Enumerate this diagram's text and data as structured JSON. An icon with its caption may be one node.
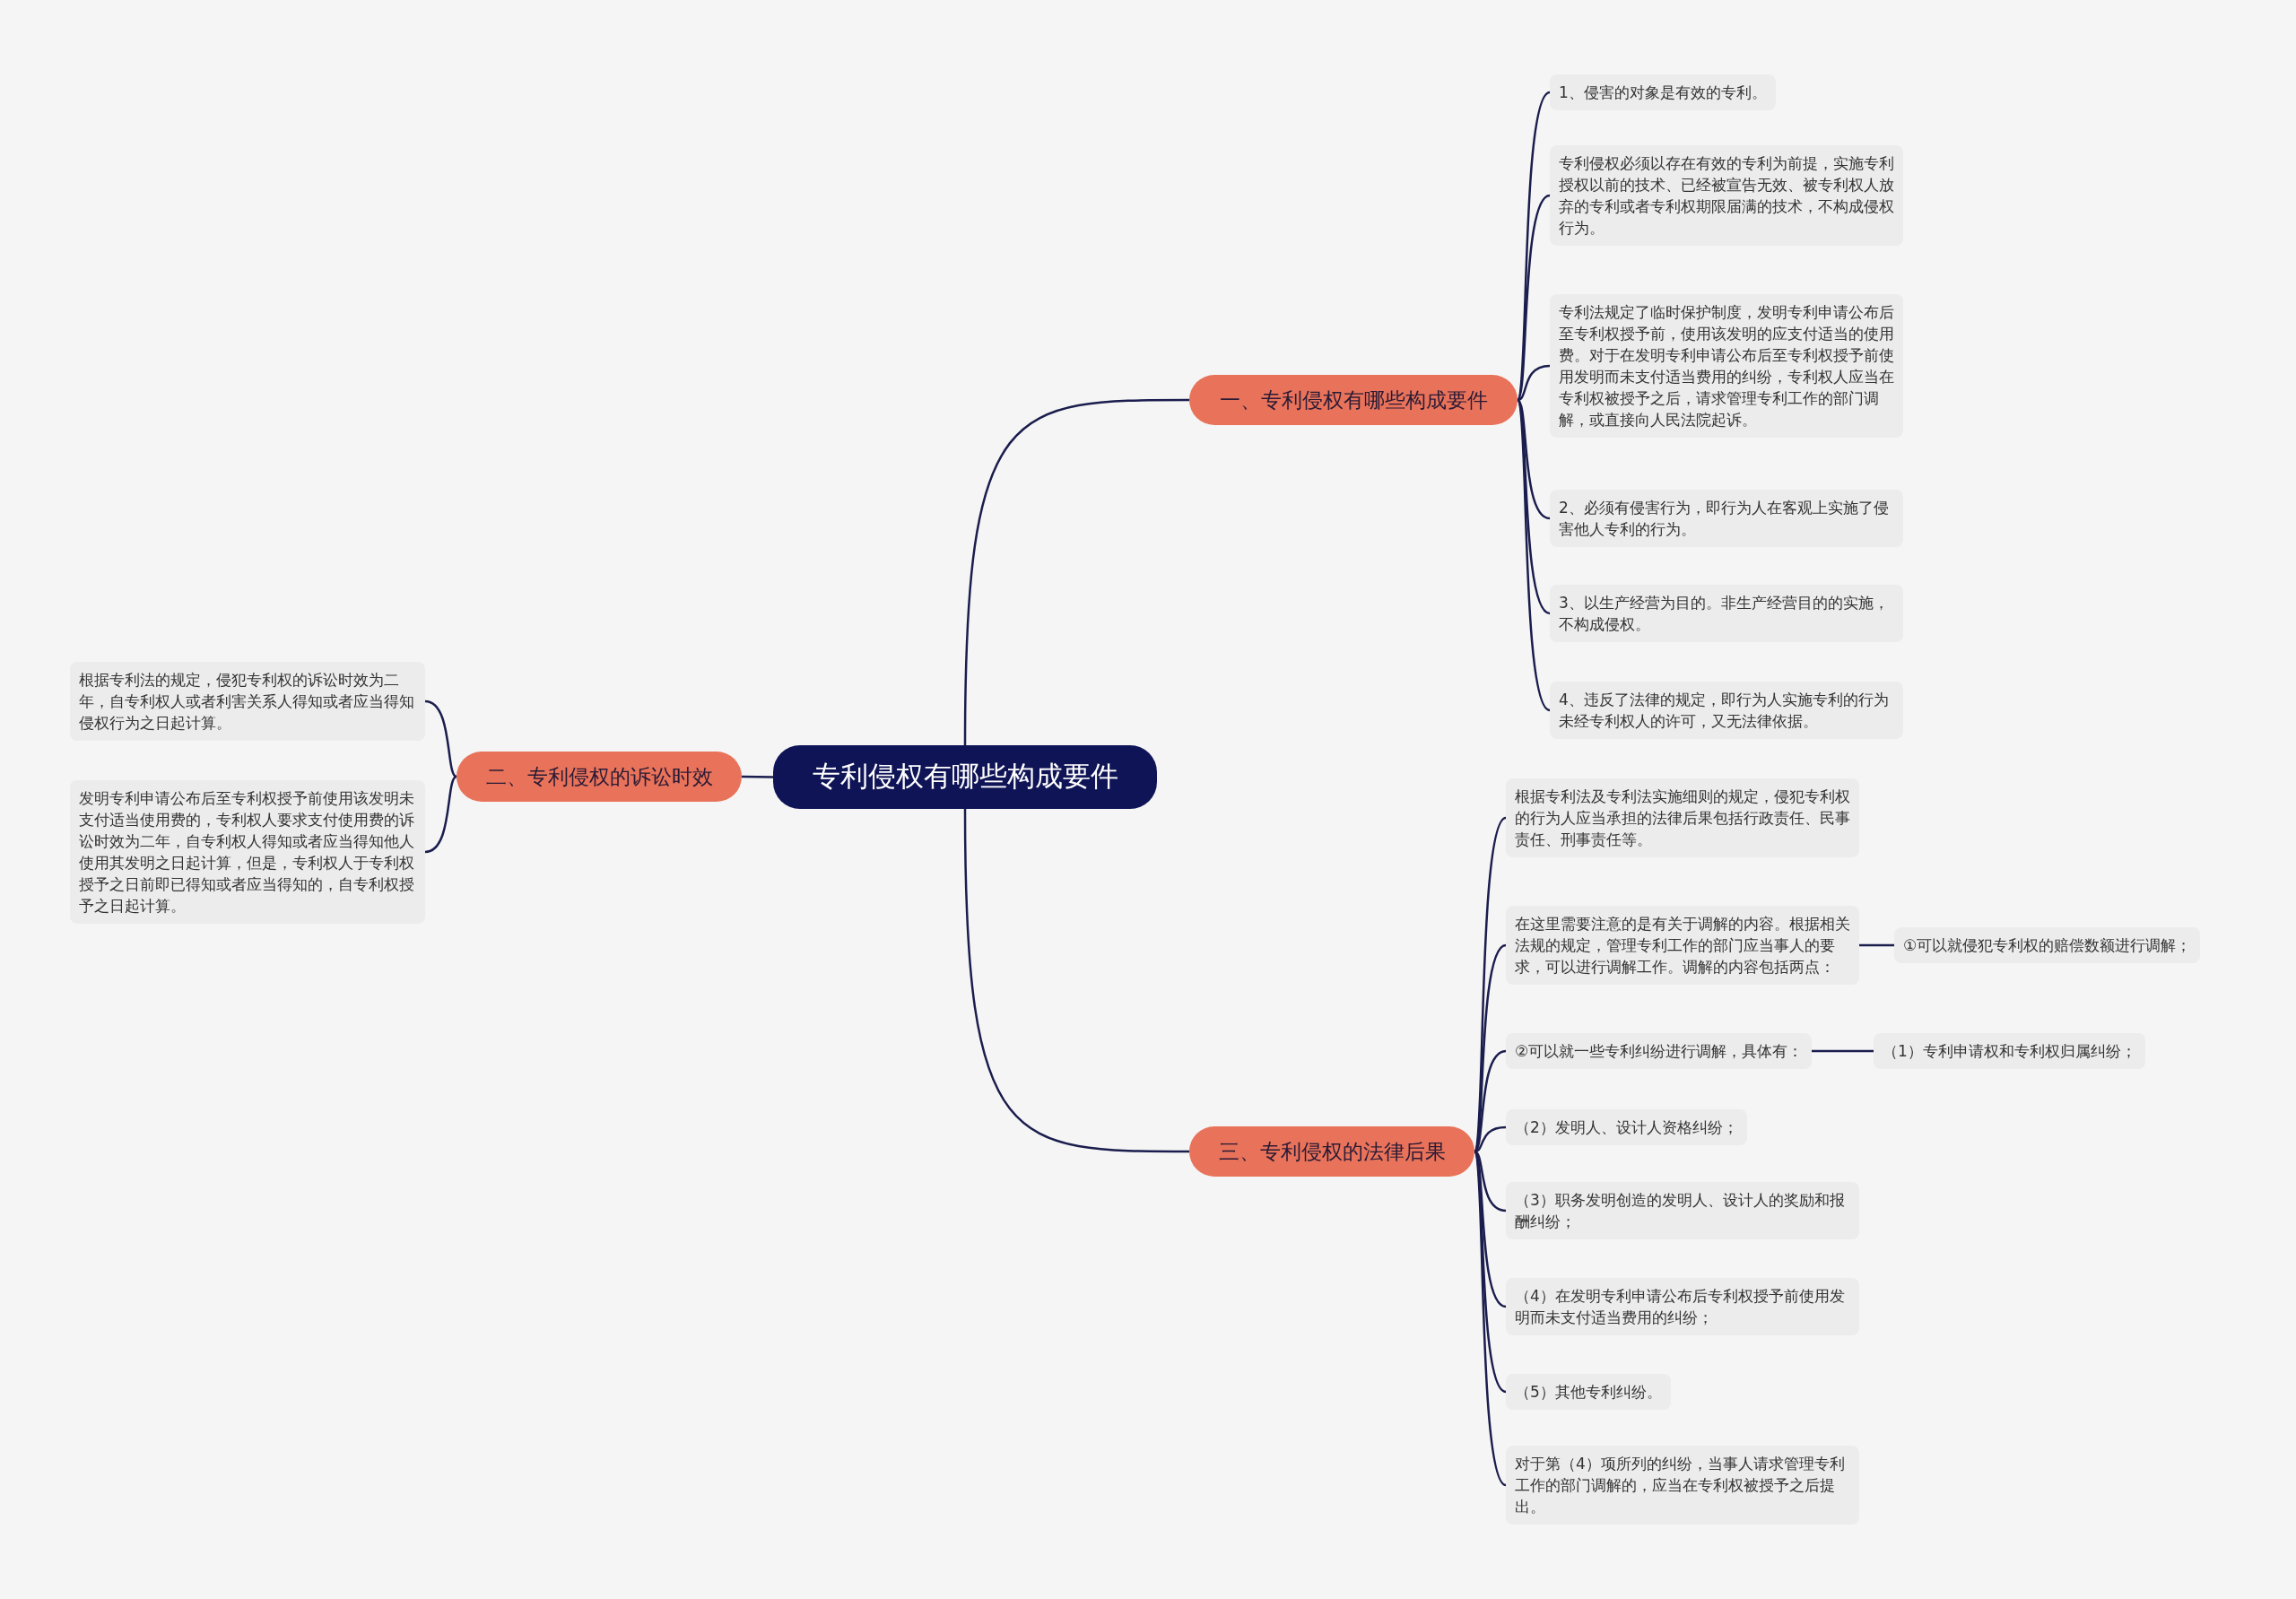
{
  "diagram": {
    "nodes": [
      {
        "text": [
          "专利侵权有哪些构成要件"
        ]
      },
      {
        "text": [
          "一、专利侵权有哪些构成要件"
        ]
      },
      {
        "text": [
          "1、侵害的对象是有效的专利。"
        ]
      },
      {
        "text": [
          "专利侵权必须以存在有效的专利为前提，实施专利授权以前的技术、已经被宣告无效、被专利权人放弃的专利或者专利权期限届满的技术，不构成侵权行为。"
        ]
      },
      {
        "text": [
          "专利法规定了临时保护制度，发明专利申请公布后至专利权授予前，使用该发明的应支付适当的使用费。对于在发明专利申请公布后至专利权授予前使用发明而未支付适当费用的纠纷，专利权人应当在专利权被授予之后，请求管理专利工作的部门调解，或直接向人民法院起诉。"
        ]
      },
      {
        "text": [
          "2、必须有侵害行为，即行为人在客观上实施了侵害他人专利的行为。"
        ]
      },
      {
        "text": [
          "3、以生产经营为目的。非生产经营目的的实施，不构成侵权。"
        ]
      },
      {
        "text": [
          "4、违反了法律的规定，即行为人实施专利的行为未经专利权人的许可，又无法律依据。"
        ]
      },
      {
        "text": [
          "二、专利侵权的诉讼时效"
        ]
      },
      {
        "text": [
          "根据专利法的规定，侵犯专利权的诉讼时效为二年，自专利权人或者利害关系人得知或者应当得知侵权行为之日起计算。"
        ]
      },
      {
        "text": [
          "发明专利申请公布后至专利权授予前使用该发明未支付适当使用费的，专利权人要求支付使用费的诉讼时效为二年，自专利权人得知或者应当得知他人使用其发明之日起计算，但是，专利权人于专利权授予之日前即已得知或者应当得知的，自专利权授予之日起计算。"
        ]
      },
      {
        "text": [
          "三、专利侵权的法律后果"
        ]
      },
      {
        "text": [
          "根据专利法及专利法实施细则的规定，侵犯专利权的行为人应当承担的法律后果包括行政责任、民事责任、刑事责任等。"
        ]
      },
      {
        "text": [
          "在这里需要注意的是有关于调解的内容。根据相关法规的规定，管理专利工作的部门应当事人的要求，可以进行调解工作。调解的内容包括两点："
        ]
      },
      {
        "text": [
          "①可以就侵犯专利权的赔偿数额进行调解；"
        ]
      },
      {
        "text": [
          "②可以就一些专利纠纷进行调解，具体有："
        ]
      },
      {
        "text": [
          "（1）专利申请权和专利权归属纠纷；"
        ]
      },
      {
        "text": [
          "（2）发明人、设计人资格纠纷；"
        ]
      },
      {
        "text": [
          "（3）职务发明创造的发明人、设计人的奖励和报酬纠纷；"
        ]
      },
      {
        "text": [
          "（4）在发明专利申请公布后专利权授予前使用发明而未支付适当费用的纠纷；"
        ]
      },
      {
        "text": [
          "（5）其他专利纠纷。"
        ]
      },
      {
        "text": [
          "对于第（4）项所列的纠纷，当事人请求管理专利工作的部门调解的，应当在专利权被授予之后提出。"
        ]
      }
    ],
    "edges": [
      {
        "from": 0,
        "to": 1,
        "arrow": "none"
      },
      {
        "from": 0,
        "to": 8,
        "arrow": "none"
      },
      {
        "from": 0,
        "to": 11,
        "arrow": "none"
      },
      {
        "from": 1,
        "to": 2,
        "arrow": "none"
      },
      {
        "from": 1,
        "to": 3,
        "arrow": "none"
      },
      {
        "from": 1,
        "to": 4,
        "arrow": "none"
      },
      {
        "from": 1,
        "to": 5,
        "arrow": "none"
      },
      {
        "from": 1,
        "to": 6,
        "arrow": "none"
      },
      {
        "from": 1,
        "to": 7,
        "arrow": "none"
      },
      {
        "from": 8,
        "to": 9,
        "arrow": "none"
      },
      {
        "from": 8,
        "to": 10,
        "arrow": "none"
      },
      {
        "from": 11,
        "to": 12,
        "arrow": "none"
      },
      {
        "from": 11,
        "to": 13,
        "arrow": "none"
      },
      {
        "from": 13,
        "to": 14,
        "arrow": "none"
      },
      {
        "from": 11,
        "to": 15,
        "arrow": "none"
      },
      {
        "from": 15,
        "to": 16,
        "arrow": "none"
      },
      {
        "from": 11,
        "to": 17,
        "arrow": "none"
      },
      {
        "from": 11,
        "to": 18,
        "arrow": "none"
      },
      {
        "from": 11,
        "to": 19,
        "arrow": "none"
      },
      {
        "from": 11,
        "to": 20,
        "arrow": "none"
      },
      {
        "from": 11,
        "to": 21,
        "arrow": "none"
      }
    ]
  }
}
